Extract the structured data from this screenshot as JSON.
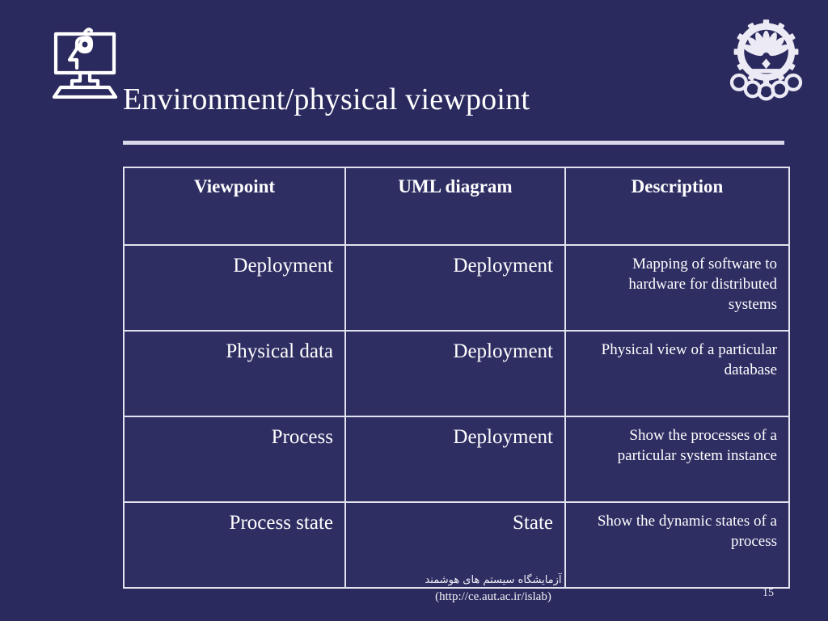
{
  "slide": {
    "background_color": "#2b2a5e",
    "text_color": "#ffffff",
    "border_color": "#e3e3ef",
    "rule_color": "#d8d8e8",
    "title": "Environment/physical viewpoint",
    "page_number": "15"
  },
  "logos": {
    "left": {
      "name": "intelligent-systems-lab-logo",
      "description": "monitor with human head profile outline"
    },
    "right": {
      "name": "amirkabir-university-logo",
      "description": "gear emblem with radiating petals and five circles"
    }
  },
  "table": {
    "columns": [
      "Viewpoint",
      "UML diagram",
      "Description"
    ],
    "rows": [
      {
        "viewpoint": "Deployment",
        "uml_diagram": "Deployment",
        "description": "Mapping of software to hardware for distributed systems"
      },
      {
        "viewpoint": "Physical data",
        "uml_diagram": "Deployment",
        "description": "Physical view of a particular database"
      },
      {
        "viewpoint": "Process",
        "uml_diagram": "Deployment",
        "description": "Show the processes of a particular system instance"
      },
      {
        "viewpoint": "Process state",
        "uml_diagram": "State",
        "description": "Show the dynamic states of a process"
      }
    ]
  },
  "footer": {
    "lab_name_fa": "آزمایشگاه سیستم های هوشمند",
    "url": "(http://ce.aut.ac.ir/islab)"
  }
}
